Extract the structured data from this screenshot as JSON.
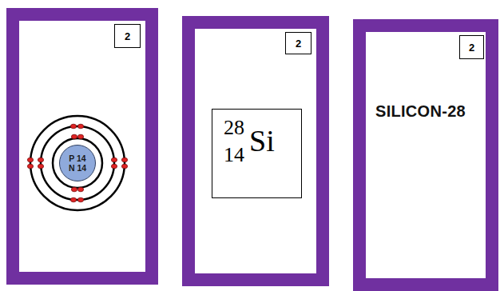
{
  "diagram": {
    "nodes": [
      {
        "text": []
      },
      {
        "text": [
          "2"
        ],
        "in": 0
      },
      {
        "text": [
          "P 14",
          "N 14"
        ],
        "in": 0
      },
      {
        "text": []
      },
      {
        "text": [
          "2"
        ],
        "in": 3
      },
      {
        "text": [
          "28",
          "14",
          "Si"
        ],
        "in": 3
      },
      {
        "text": [
          "SILICON-28"
        ]
      },
      {
        "text": [
          "2"
        ],
        "in": 6
      }
    ]
  }
}
